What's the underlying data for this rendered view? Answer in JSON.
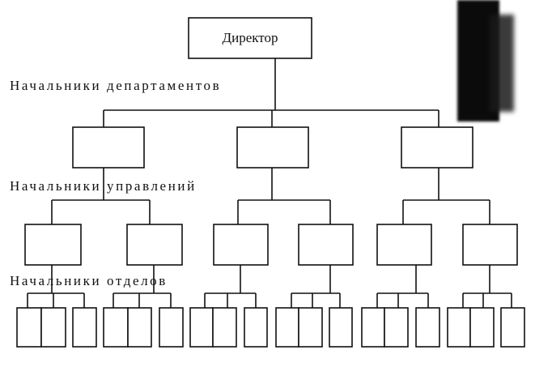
{
  "director": {
    "label": "Директор"
  },
  "levels": {
    "departments": "Начальники департаментов",
    "administrations": "Начальники управлений",
    "divisions": "Начальники отделов"
  }
}
